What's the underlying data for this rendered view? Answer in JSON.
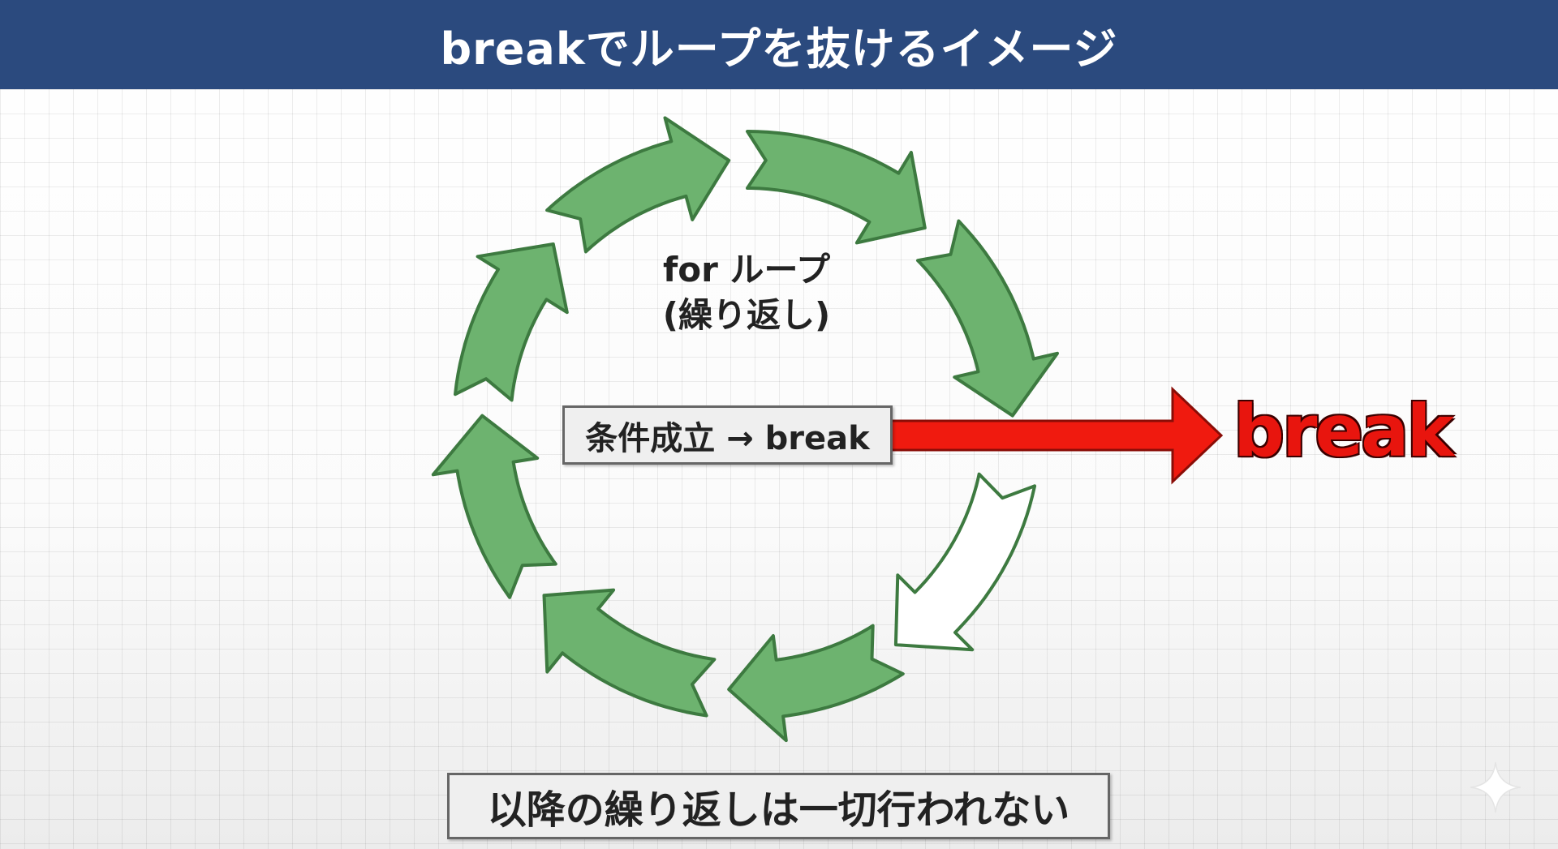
{
  "title": "breakでループを抜けるイメージ",
  "loop_label": {
    "line1": "for ループ",
    "line2": "(繰り返し)"
  },
  "condition_box": "条件成立 → break",
  "break_label": "break",
  "footer_box": "以降の繰り返しは一切行われない",
  "colors": {
    "header": "#2b4a7e",
    "loop_arrow": "#6db36f",
    "loop_stroke": "#3d7a40",
    "break_arrow": "#f01a0f",
    "break_text": "#e8150e"
  },
  "icons": [
    "sparkle-icon"
  ]
}
